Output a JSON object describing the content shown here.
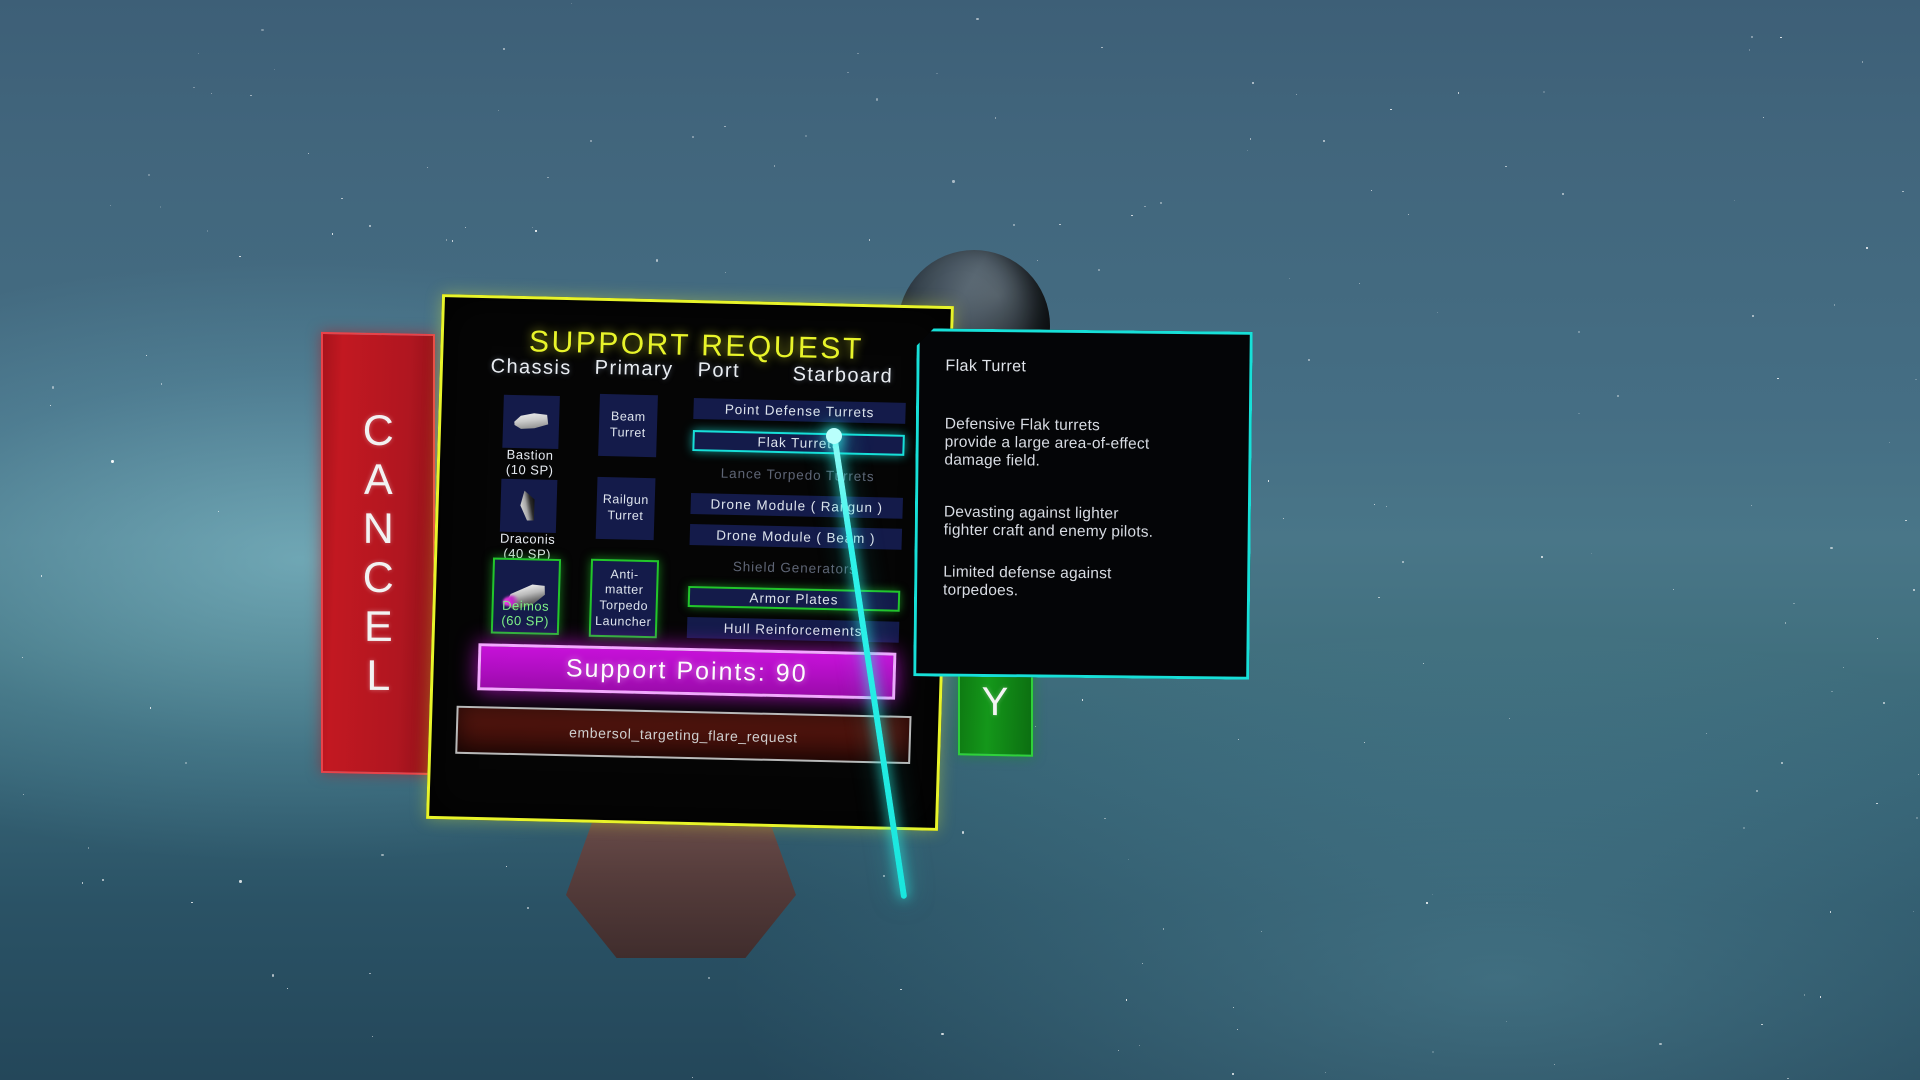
{
  "scene": {
    "background_color": "#41657c",
    "accent_yellow": "#e8f42a",
    "accent_cyan": "#17e0d8",
    "accent_green": "#22c62a",
    "accent_magenta": "#c611d8",
    "accent_red": "#c21821"
  },
  "cancel_button": {
    "label": "CANCEL"
  },
  "confirm_button": {
    "label": "Y"
  },
  "panel": {
    "title": "SUPPORT REQUEST",
    "columns": [
      {
        "name": "chassis-column",
        "header": "Chassis"
      },
      {
        "name": "primary-column",
        "header": "Primary"
      },
      {
        "name": "port-column",
        "header": "Port"
      },
      {
        "name": "starboard-column",
        "header": "Starboard"
      }
    ],
    "chassis": [
      {
        "name": "Bastion",
        "cost": "(10 SP)",
        "selected": false,
        "art": "ship-bastion-icon"
      },
      {
        "name": "Draconis",
        "cost": "(40 SP)",
        "selected": false,
        "art": "ship-draconis-icon"
      },
      {
        "name": "Deimos",
        "cost": "(60 SP)",
        "selected": true,
        "art": "ship-deimos-icon"
      }
    ],
    "primary": [
      {
        "label": "Beam\nTurret",
        "selected": false
      },
      {
        "label": "Railgun\nTurret",
        "selected": false
      },
      {
        "label": "Anti-matter\nTorpedo\nLauncher",
        "selected": true
      }
    ],
    "options": [
      {
        "label": "Point Defense Turrets",
        "state": "normal"
      },
      {
        "label": "Flak Turrets",
        "state": "highlighted"
      },
      {
        "label": "Lance Torpedo Turrets",
        "state": "disabled"
      },
      {
        "label": "Drone Module ( Railgun )",
        "state": "normal"
      },
      {
        "label": "Drone Module ( Beam )",
        "state": "normal"
      },
      {
        "label": "Shield Generators",
        "state": "disabled"
      },
      {
        "label": "Armor Plates",
        "state": "selected"
      },
      {
        "label": "Hull Reinforcements",
        "state": "normal"
      }
    ],
    "support_points": {
      "label": "Support Points:",
      "value": "90"
    },
    "name_field": {
      "value": "embersol_targeting_flare_request",
      "placeholder": "embersol_targeting_flare_request"
    }
  },
  "tooltip": {
    "title": "Flak Turret",
    "paragraph1": "Defensive Flak turrets\nprovide a large area-of-effect\ndamage field.",
    "paragraph2": "Devasting against lighter\nfighter craft and enemy pilots.",
    "paragraph3": "Limited defense against\ntorpedoes."
  }
}
